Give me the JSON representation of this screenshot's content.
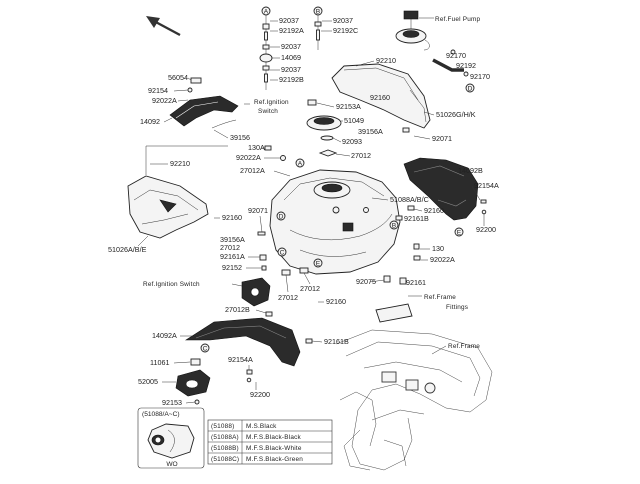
{
  "parts": {
    "p92037_a": "92037",
    "p92192a": "92192A",
    "p92037_b": "92037",
    "p14069": "14069",
    "p92037_c": "92037",
    "p92192b": "92192B",
    "p92037_d": "92037",
    "p92192c": "92192C",
    "ref_fuel_pump": "Ref.Fuel Pump",
    "p92170_a": "92170",
    "p92192": "92192",
    "p92170_b": "92170",
    "p92210_top": "92210",
    "p56054": "56054",
    "p92154": "92154",
    "p92022a_top": "92022A",
    "ref_ign_1": "Ref.Ignition",
    "ref_ign_1b": "Switch",
    "p92160_top": "92160",
    "p92153a": "92153A",
    "p51049": "51049",
    "p51026ghk": "51026G/H/K",
    "p14092": "14092",
    "p39156": "39156",
    "p39156a_top": "39156A",
    "p92071_top": "92071",
    "p92093": "92093",
    "p27012_top": "27012",
    "p92210_left": "92210",
    "p130a": "130A",
    "p92022a_mid": "92022A",
    "p27012a": "27012A",
    "p14092b": "14092B",
    "p92154a_r": "92154A",
    "p51088abc": "51088A/B/C",
    "p92071_mid": "92071",
    "p92160_mid": "92160",
    "p92160_r": "92160",
    "p92161b_r": "92161B",
    "p92200_r": "92200",
    "p51026abe": "51026A/B/E",
    "p39156a_l": "39156A",
    "p27012_l": "27012",
    "p92161a": "92161A",
    "p92152": "92152",
    "p130": "130",
    "p92022a_r": "92022A",
    "p92075": "92075",
    "p92161": "92161",
    "ref_ign_2": "Ref.Ignition Switch",
    "p27012_c1": "27012",
    "p27012_c2": "27012",
    "p92160_c": "92160",
    "ref_frame_fit": "Ref.Frame",
    "ref_frame_fit_b": "Fittings",
    "p27012b": "27012B",
    "p14092a": "14092A",
    "p92161b_c": "92161B",
    "ref_frame": "Ref.Frame",
    "p11061": "11061",
    "p92154a_b": "92154A",
    "p52005": "52005",
    "p92153": "92153",
    "p92200_b": "92200"
  },
  "callouts": {
    "a": "A",
    "b": "B",
    "c": "C",
    "d": "D",
    "e": "E"
  },
  "inset": {
    "title": "(51088/A~C)",
    "note": "WO"
  },
  "color_table": [
    {
      "code": "(51088)",
      "desc": "M.S.Black"
    },
    {
      "code": "(51088A)",
      "desc": "M.F.S.Black-Black"
    },
    {
      "code": "(51088B)",
      "desc": "M.F.S.Black-White"
    },
    {
      "code": "(51088C)",
      "desc": "M.F.S.Black-Green"
    }
  ],
  "colors": {
    "line": "#222222",
    "fill": "#f4f4f4",
    "dark": "#2b2b2b"
  }
}
